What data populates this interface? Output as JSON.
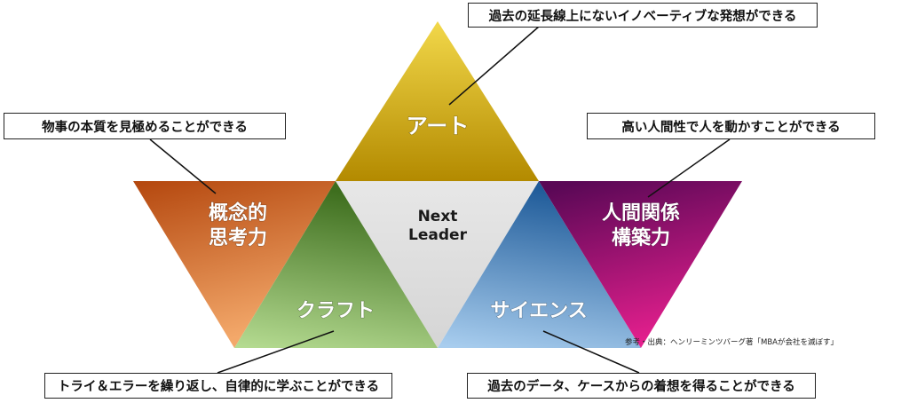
{
  "diagram": {
    "center_label_line1": "Next",
    "center_label_line2": "Leader",
    "triangles": {
      "art": {
        "label": "アート",
        "colors": [
          "#f2d84a",
          "#b38a00"
        ]
      },
      "concept": {
        "line1": "概念的",
        "line2": "思考力",
        "colors": [
          "#b4470e",
          "#f3a86a"
        ]
      },
      "craft": {
        "label": "クラフト",
        "colors": [
          "#3e6e1e",
          "#b6dc92"
        ]
      },
      "science": {
        "label": "サイエンス",
        "colors": [
          "#1f5b99",
          "#a8cdee"
        ]
      },
      "relation": {
        "line1": "人間関係",
        "line2": "構築力",
        "colors": [
          "#5a0856",
          "#e8208f"
        ]
      },
      "center": {
        "colors": [
          "#e7e7e7",
          "#d5d5d5"
        ]
      }
    },
    "callouts": {
      "art": "過去の延長線上にないイノベーティブな発想ができる",
      "concept": "物事の本質を見極めることができる",
      "relation": "高い人間性で人を動かすことができる",
      "craft": "トライ＆エラーを繰り返し、自律的に学ぶことができる",
      "science": "過去のデータ、ケースからの着想を得ることができる"
    },
    "source_note": "参考・出典：ヘンリーミンツバーグ著「MBAが会社を滅ぼす」"
  }
}
